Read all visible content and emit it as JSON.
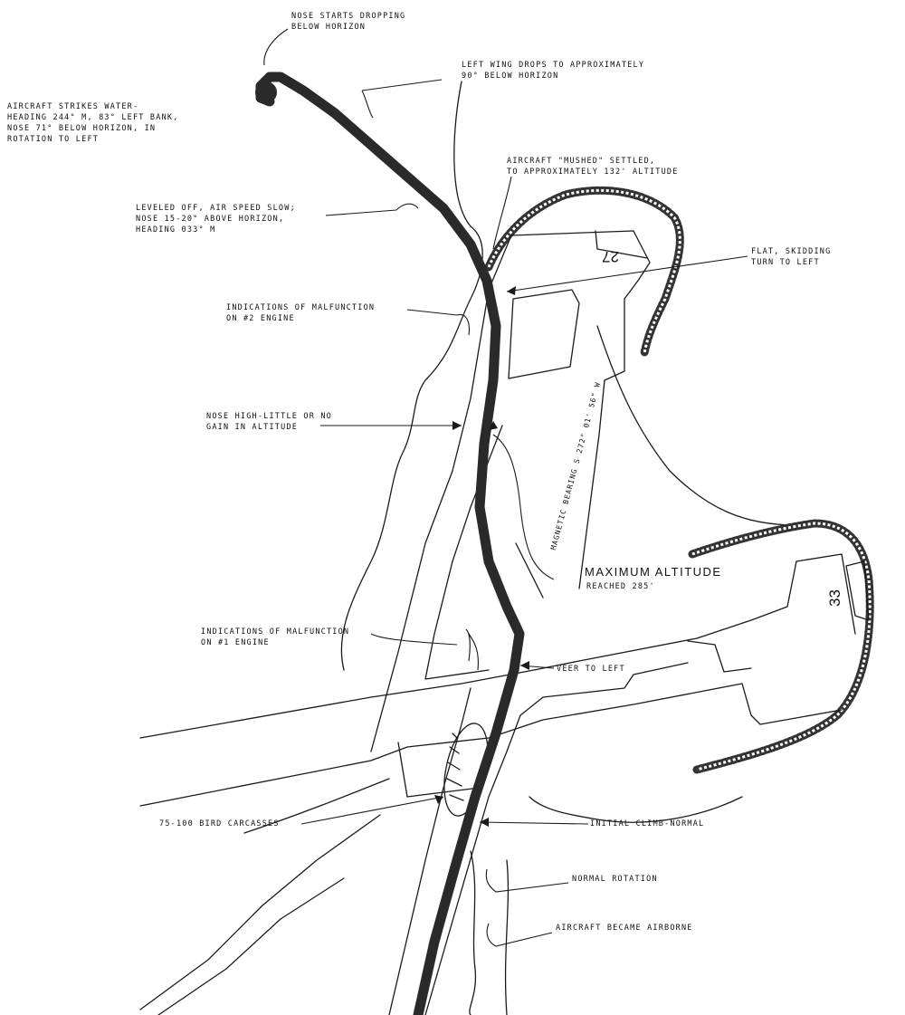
{
  "diagram": {
    "annotations": {
      "nose_drop": [
        "NOSE STARTS DROPPING",
        "BELOW HORIZON"
      ],
      "left_wing": [
        "LEFT WING DROPS TO APPROXIMATELY",
        "90° BELOW HORIZON"
      ],
      "strikes_water": [
        "AIRCRAFT STRIKES WATER-",
        "HEADING 244° M, 83° LEFT BANK,",
        "NOSE 71° BELOW HORIZON, IN",
        "ROTATION TO LEFT"
      ],
      "mushed": [
        "AIRCRAFT \"MUSHED\" SETTLED,",
        "TO APPROXIMATELY 132' ALTITUDE"
      ],
      "leveled_off": [
        "LEVELED OFF, AIR SPEED SLOW;",
        "NOSE 15-20° ABOVE HORIZON,",
        "HEADING 033° M"
      ],
      "flat_skid": [
        "FLAT, SKIDDING",
        "TURN TO LEFT"
      ],
      "malfunction_2": [
        "INDICATIONS OF MALFUNCTION",
        "ON #2 ENGINE"
      ],
      "nose_high": [
        "NOSE HIGH-LITTLE OR NO",
        "GAIN IN ALTITUDE"
      ],
      "max_altitude": [
        "MAXIMUM ALTITUDE",
        "REACHED 285'"
      ],
      "malfunction_1": [
        "INDICATIONS OF MALFUNCTION",
        "ON #1 ENGINE"
      ],
      "veer_left": "VEER TO LEFT",
      "bird_carcasses": "75-100 BIRD CARCASSES",
      "initial_climb": "INITIAL CLIMB-NORMAL",
      "normal_rotation": "NORMAL ROTATION",
      "airborne": "AIRCRAFT BECAME AIRBORNE"
    },
    "runway_labels": {
      "rwy_27": "27",
      "rwy_33": "33",
      "bearing": "MAGNETIC BEARING S 272° 01' 56\" W"
    }
  }
}
